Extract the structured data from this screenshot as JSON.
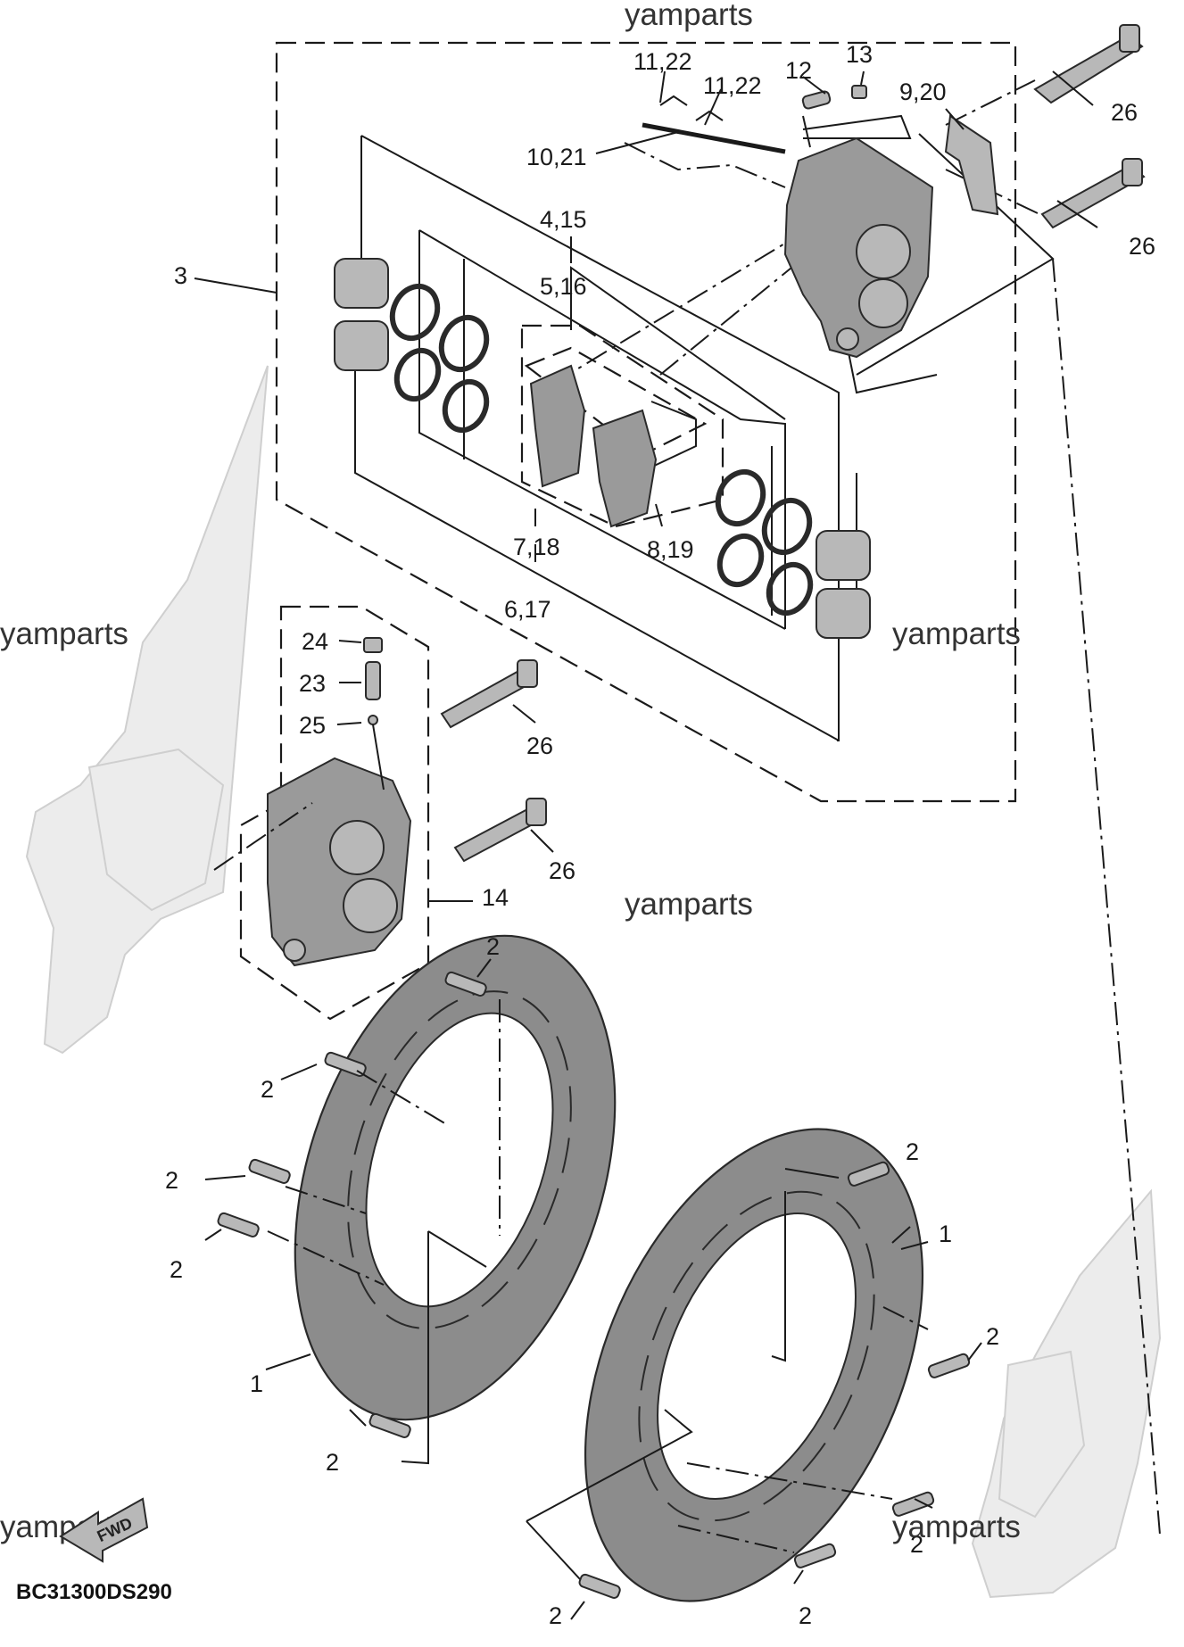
{
  "diagram_code": "BC31300DS290",
  "watermark": "yamparts",
  "callouts": {
    "c1a": "1",
    "c1b": "1",
    "c2": "2",
    "c3": "3",
    "c4_15": "4,15",
    "c5_16": "5,16",
    "c6_17": "6,17",
    "c7_18": "7,18",
    "c8_19": "8,19",
    "c9_20": "9,20",
    "c10_21": "10,21",
    "c11_22": "11,22",
    "c12": "12",
    "c13": "13",
    "c14": "14",
    "c23": "23",
    "c24": "24",
    "c25": "25",
    "c26": "26"
  },
  "arrow_label": "FWD",
  "icons": [
    "forward-arrow-icon"
  ],
  "colors": {
    "part_fill": "#9a9a9a",
    "ghost_fill": "#ececec",
    "line": "#1a1a1a"
  }
}
